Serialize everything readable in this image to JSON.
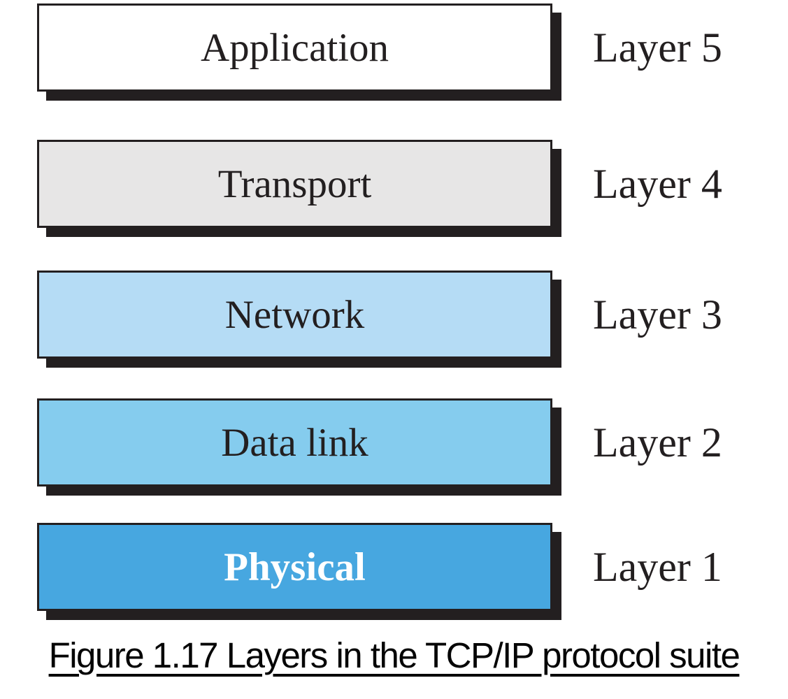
{
  "figure": {
    "caption": "Figure 1.17 Layers in the TCP/IP protocol suite"
  },
  "layers": [
    {
      "name": "Application",
      "layer_label": "Layer 5",
      "fill": "#ffffff",
      "text_color": "#231f20"
    },
    {
      "name": "Transport",
      "layer_label": "Layer 4",
      "fill": "#e7e6e6",
      "text_color": "#231f20"
    },
    {
      "name": "Network",
      "layer_label": "Layer 3",
      "fill": "#b5dcf5",
      "text_color": "#231f20"
    },
    {
      "name": "Data link",
      "layer_label": "Layer 2",
      "fill": "#85ccee",
      "text_color": "#231f20"
    },
    {
      "name": "Physical",
      "layer_label": "Layer 1",
      "fill": "#47a7e0",
      "text_color": "#ffffff"
    }
  ],
  "colors": {
    "outline": "#231f20",
    "shadow": "#231f20",
    "background": "#ffffff"
  }
}
